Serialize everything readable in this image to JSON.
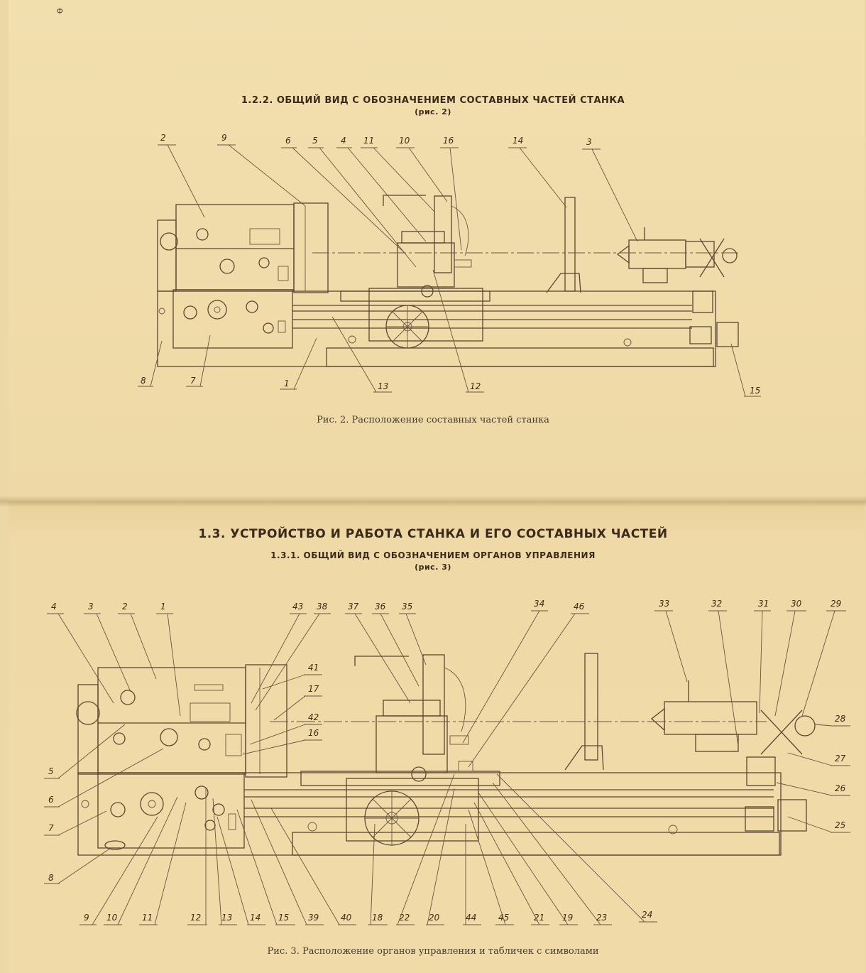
{
  "top_mark": "ф",
  "figure2": {
    "heading": "1.2.2. ОБЩИЙ ВИД С ОБОЗНАЧЕНИЕМ СОСТАВНЫХ ЧАСТЕЙ СТАНКА",
    "subheading": "(рис. 2)",
    "caption": "Рис. 2. Расположение составных частей станка",
    "callouts": [
      "2",
      "9",
      "6",
      "5",
      "4",
      "11",
      "10",
      "16",
      "14",
      "3",
      "8",
      "7",
      "1",
      "13",
      "12",
      "15"
    ]
  },
  "figure3": {
    "section_heading": "1.3. УСТРОЙСТВО И РАБОТА СТАНКА И ЕГО СОСТАВНЫХ ЧАСТЕЙ",
    "heading": "1.3.1. ОБЩИЙ ВИД С ОБОЗНАЧЕНИЕМ  ОРГАНОВ УПРАВЛЕНИЯ",
    "subheading": "(рис. 3)",
    "caption": "Рис. 3. Расположение органов управления и табличек с символами",
    "callouts": [
      "4",
      "3",
      "2",
      "1",
      "43",
      "38",
      "37",
      "36",
      "35",
      "34",
      "46",
      "33",
      "32",
      "31",
      "30",
      "29",
      "41",
      "17",
      "42",
      "16",
      "5",
      "6",
      "7",
      "8",
      "28",
      "27",
      "26",
      "25",
      "9",
      "10",
      "11",
      "12",
      "13",
      "14",
      "15",
      "39",
      "40",
      "18",
      "22",
      "20",
      "44",
      "45",
      "21",
      "19",
      "23",
      "24"
    ]
  }
}
